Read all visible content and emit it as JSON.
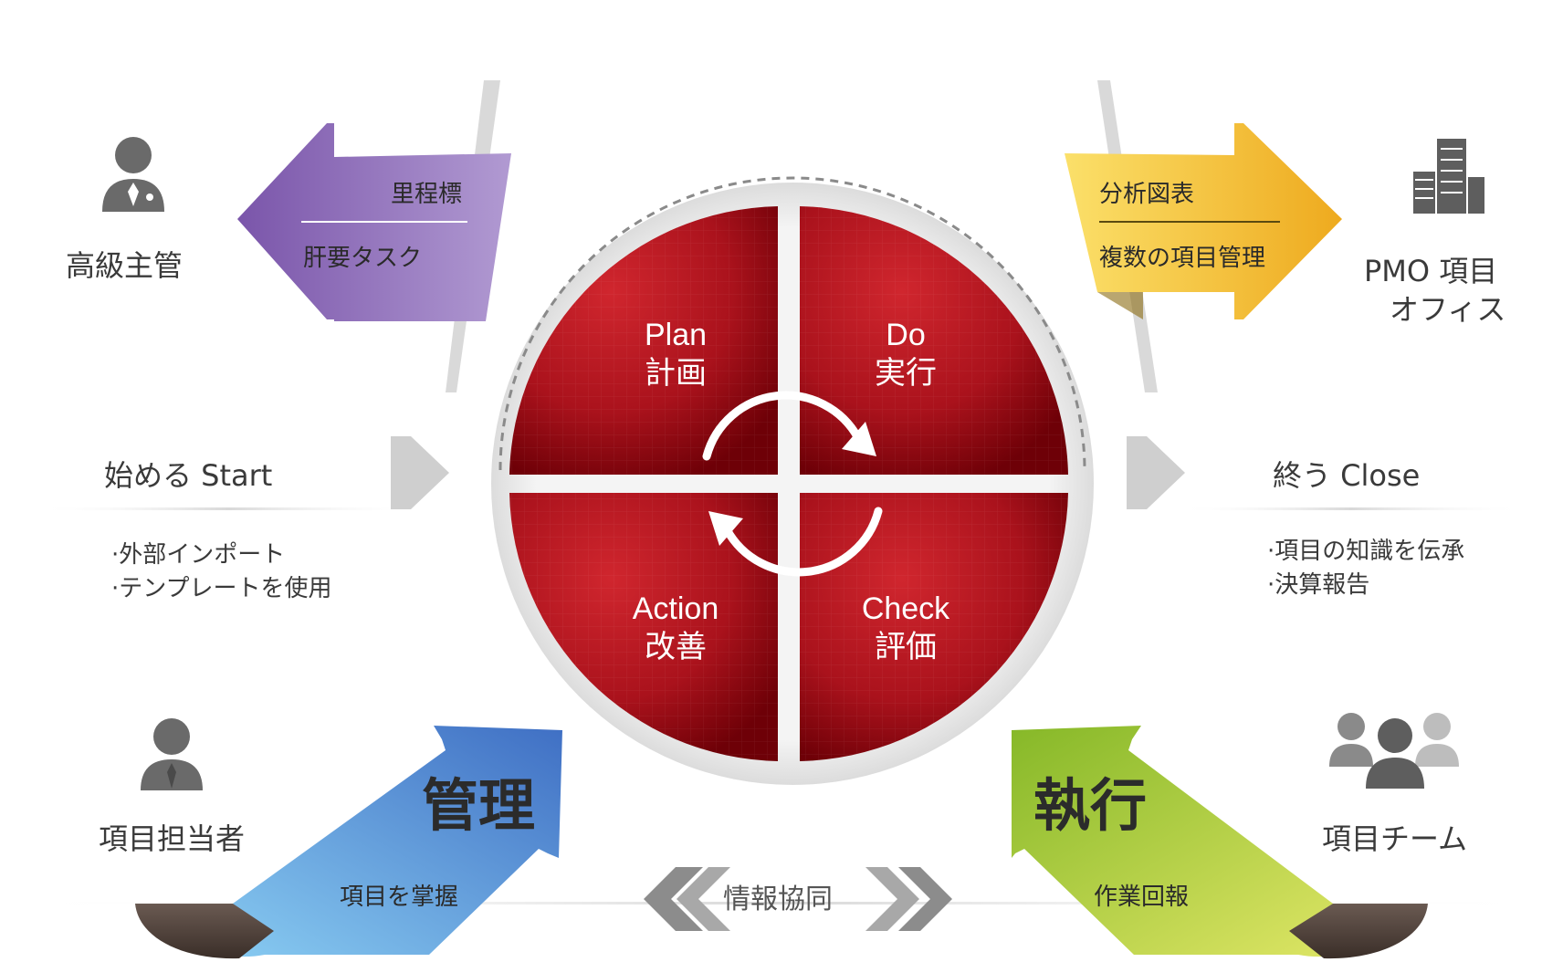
{
  "colors": {
    "cycle_red": "#b0161f",
    "cycle_red_dark": "#7a0009",
    "arrow_purple": "#8e6ab9",
    "arrow_yellow": "#f2c23a",
    "arrow_blue": "#4f8fdb",
    "arrow_green": "#b8d43a",
    "icon_gray": "#6a6a6a",
    "chevron_gray": "#8c8c8c"
  },
  "cycle": {
    "plan": {
      "en": "Plan",
      "ja": "計画"
    },
    "do": {
      "en": "Do",
      "ja": "実行"
    },
    "check": {
      "en": "Check",
      "ja": "評価"
    },
    "action": {
      "en": "Action",
      "ja": "改善"
    }
  },
  "left": {
    "executive": {
      "label": "高級主管",
      "icon": "executive-person-icon"
    },
    "purple_arrow": {
      "line1": "里程標",
      "line2": "肝要タスク"
    },
    "start": {
      "title": "始める  Start",
      "items": [
        "·外部インポート",
        "·テンプレートを使用"
      ]
    },
    "manager": {
      "label": "項目担当者",
      "icon": "person-icon"
    },
    "blue_arrow": {
      "title": "管理",
      "subtitle": "項目を掌握"
    }
  },
  "right": {
    "pmo": {
      "line1": "PMO 項目",
      "line2": "オフィス",
      "icon": "building-icon"
    },
    "yellow_arrow": {
      "line1": "分析図表",
      "line2": "複数の項目管理"
    },
    "close": {
      "title": "終う   Close",
      "items": [
        "·項目の知識を伝承",
        "·決算報告"
      ]
    },
    "team": {
      "label": "項目チーム",
      "icon": "team-icon"
    },
    "green_arrow": {
      "title": "執行",
      "subtitle": "作業回報"
    }
  },
  "bottom": {
    "center_label": "情報協同"
  }
}
